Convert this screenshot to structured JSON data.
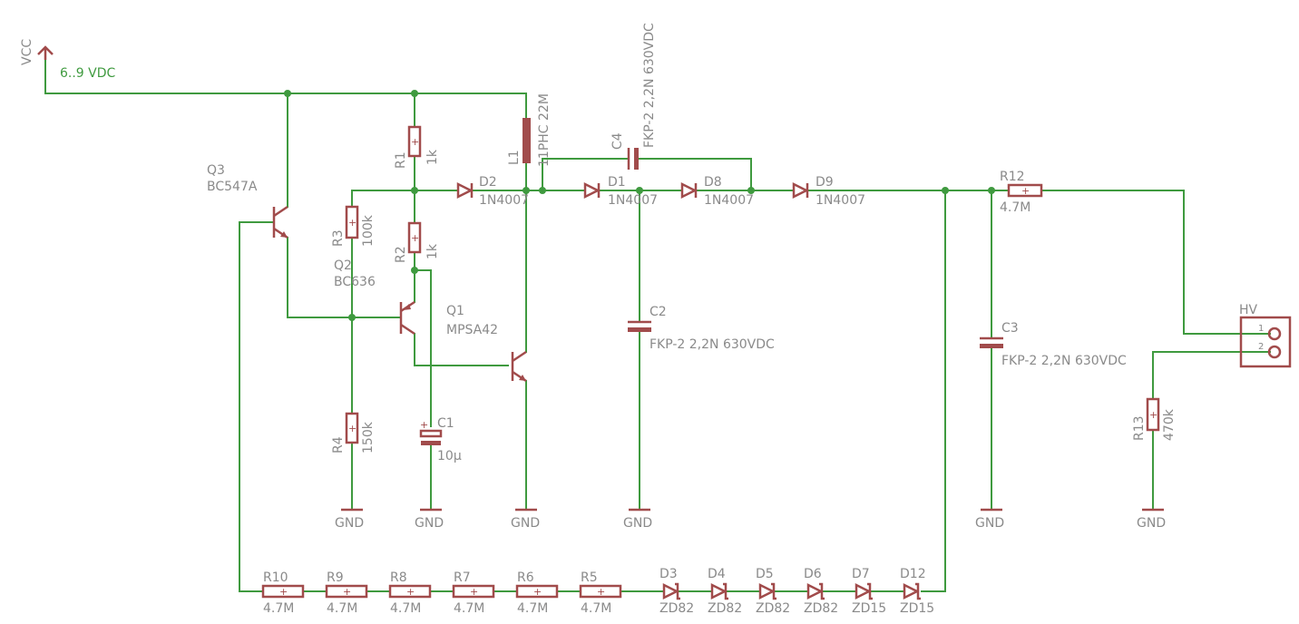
{
  "supply": {
    "name": "VCC",
    "voltage_label": "6..9 VDC"
  },
  "ground_label": "GND",
  "connector": {
    "name": "HV",
    "pin1": "1",
    "pin2": "2"
  },
  "resistors": {
    "R1": {
      "name": "R1",
      "value": "1k"
    },
    "R2": {
      "name": "R2",
      "value": "1k"
    },
    "R3": {
      "name": "R3",
      "value": "100k"
    },
    "R4": {
      "name": "R4",
      "value": "150k"
    },
    "R5": {
      "name": "R5",
      "value": "4.7M"
    },
    "R6": {
      "name": "R6",
      "value": "4.7M"
    },
    "R7": {
      "name": "R7",
      "value": "4.7M"
    },
    "R8": {
      "name": "R8",
      "value": "4.7M"
    },
    "R9": {
      "name": "R9",
      "value": "4.7M"
    },
    "R10": {
      "name": "R10",
      "value": "4.7M"
    },
    "R12": {
      "name": "R12",
      "value": "4.7M"
    },
    "R13": {
      "name": "R13",
      "value": "470k"
    }
  },
  "capacitors": {
    "C1": {
      "name": "C1",
      "value": "10µ"
    },
    "C2": {
      "name": "C2",
      "value": "FKP-2 2,2N 630VDC"
    },
    "C3": {
      "name": "C3",
      "value": "FKP-2 2,2N 630VDC"
    },
    "C4": {
      "name": "C4",
      "value": "FKP-2 2,2N 630VDC"
    }
  },
  "inductor": {
    "name": "L1",
    "value": "11PHC 22M"
  },
  "transistors": {
    "Q1": {
      "name": "Q1",
      "value": "MPSA42"
    },
    "Q2": {
      "name": "Q2",
      "value": "BC636"
    },
    "Q3": {
      "name": "Q3",
      "value": "BC547A"
    }
  },
  "diodes": {
    "D1": {
      "name": "D1",
      "value": "1N4007"
    },
    "D2": {
      "name": "D2",
      "value": "1N4007"
    },
    "D8": {
      "name": "D8",
      "value": "1N4007"
    },
    "D9": {
      "name": "D9",
      "value": "1N4007"
    },
    "D3": {
      "name": "D3",
      "value": "ZD82"
    },
    "D4": {
      "name": "D4",
      "value": "ZD82"
    },
    "D5": {
      "name": "D5",
      "value": "ZD82"
    },
    "D6": {
      "name": "D6",
      "value": "ZD82"
    },
    "D7": {
      "name": "D7",
      "value": "ZD15"
    },
    "D12": {
      "name": "D12",
      "value": "ZD15"
    }
  }
}
